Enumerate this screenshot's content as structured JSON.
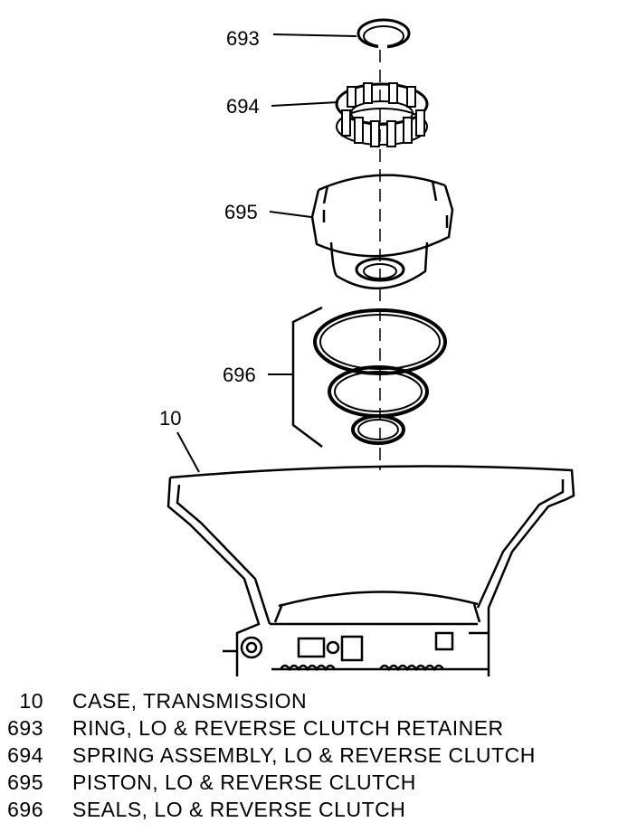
{
  "callouts": {
    "p693": "693",
    "p694": "694",
    "p695": "695",
    "p696": "696",
    "p10": "10"
  },
  "legend": [
    {
      "num": "10",
      "desc": "CASE, TRANSMISSION"
    },
    {
      "num": "693",
      "desc": "RING, LO & REVERSE CLUTCH RETAINER"
    },
    {
      "num": "694",
      "desc": "SPRING ASSEMBLY, LO & REVERSE CLUTCH"
    },
    {
      "num": "695",
      "desc": "PISTON, LO & REVERSE CLUTCH"
    },
    {
      "num": "696",
      "desc": "SEALS, LO & REVERSE CLUTCH"
    }
  ]
}
